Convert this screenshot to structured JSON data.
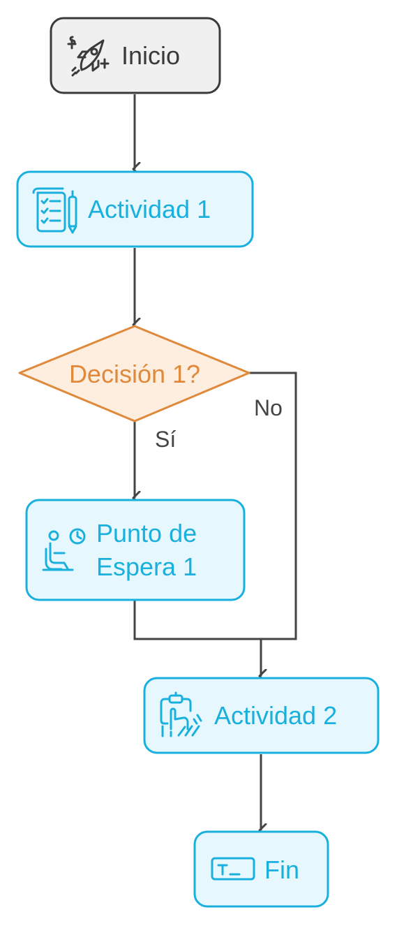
{
  "diagram": {
    "nodes": {
      "inicio": {
        "label": "Inicio",
        "icon": "rocket-icon"
      },
      "actividad1": {
        "label": "Actividad 1",
        "icon": "checklist-icon"
      },
      "decision1": {
        "label": "Decisión 1?"
      },
      "espera1": {
        "line1": "Punto de",
        "line2": "Espera 1",
        "icon": "waiting-person-icon"
      },
      "actividad2": {
        "label": "Actividad 2",
        "icon": "clipboard-hand-icon"
      },
      "fin": {
        "label": "Fin",
        "icon": "terminal-icon"
      }
    },
    "edges": {
      "si_label": "Sí",
      "no_label": "No"
    },
    "colors": {
      "start_fill": "#f0f0f0",
      "start_stroke": "#3a3a3a",
      "start_text": "#3a3a3a",
      "activity_fill": "#e6f8fd",
      "activity_stroke": "#1ab0dd",
      "activity_text": "#1ab0dd",
      "decision_fill": "#fdeee0",
      "decision_stroke": "#e0893a",
      "decision_text": "#e0893a",
      "connector": "#444444"
    }
  }
}
